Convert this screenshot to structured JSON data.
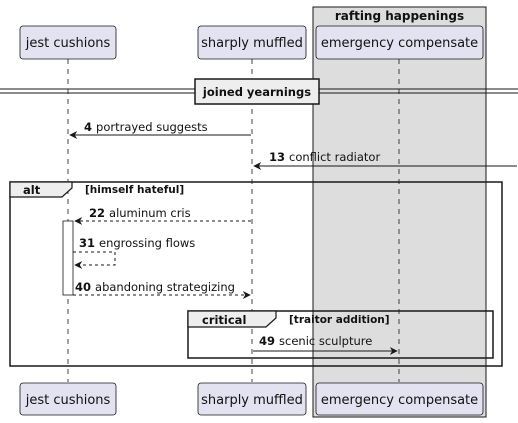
{
  "box": {
    "title": "rafting happenings",
    "fill": "#dddddd"
  },
  "participants": [
    {
      "id": "jest",
      "label": "jest cushions"
    },
    {
      "id": "sharply",
      "label": "sharply muffled"
    },
    {
      "id": "emergency",
      "label": "emergency compensate"
    }
  ],
  "divider": {
    "label": "joined yearnings"
  },
  "messages": [
    {
      "num": "4",
      "text": "portrayed suggests",
      "style": "solid"
    },
    {
      "num": "13",
      "text": "conflict radiator",
      "style": "solid"
    },
    {
      "num": "22",
      "text": "aluminum cris",
      "style": "dashed"
    },
    {
      "num": "31",
      "text": "engrossing flows",
      "style": "dashed"
    },
    {
      "num": "40",
      "text": "abandoning strategizing",
      "style": "dashed"
    },
    {
      "num": "49",
      "text": "scenic sculpture",
      "style": "solid"
    }
  ],
  "frames": [
    {
      "operator": "alt",
      "guard": "[himself hateful]"
    },
    {
      "operator": "critical",
      "guard": "[traitor addition]"
    }
  ],
  "colors": {
    "participant_fill": "#e2e2f0",
    "participant_stroke": "#181818",
    "activation_fill": "#ffffff",
    "line": "#181818"
  }
}
